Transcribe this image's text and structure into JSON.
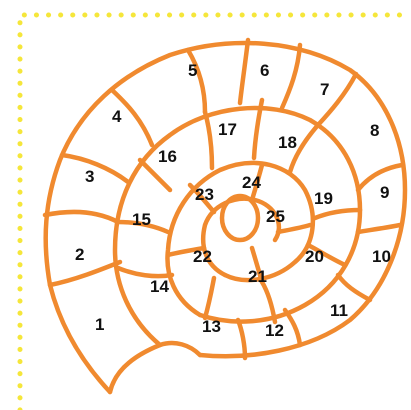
{
  "colors": {
    "frame": "#f5e63a",
    "outline": "#f08a2f",
    "text": "#111111",
    "background": "#ffffff"
  },
  "segments": [
    {
      "label": "1"
    },
    {
      "label": "2"
    },
    {
      "label": "3"
    },
    {
      "label": "4"
    },
    {
      "label": "5"
    },
    {
      "label": "6"
    },
    {
      "label": "7"
    },
    {
      "label": "8"
    },
    {
      "label": "9"
    },
    {
      "label": "10"
    },
    {
      "label": "11"
    },
    {
      "label": "12"
    },
    {
      "label": "13"
    },
    {
      "label": "14"
    },
    {
      "label": "15"
    },
    {
      "label": "16"
    },
    {
      "label": "17"
    },
    {
      "label": "18"
    },
    {
      "label": "19"
    },
    {
      "label": "20"
    },
    {
      "label": "21"
    },
    {
      "label": "22"
    },
    {
      "label": "23"
    },
    {
      "label": "24"
    },
    {
      "label": "25"
    }
  ]
}
